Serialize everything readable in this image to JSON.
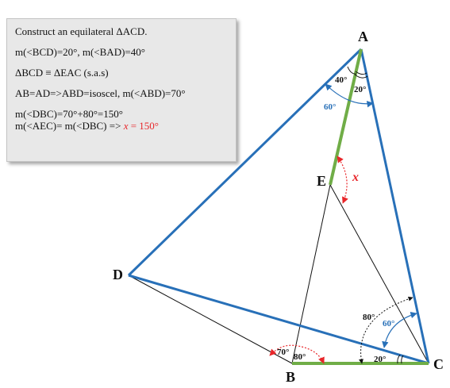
{
  "note": {
    "lines": [
      "Construct an equilateral ΔACD.",
      "m(<BCD)=20°, m(<BAD)=40°",
      "ΔBCD ≡ ΔEAC (s.a.s)",
      "AB=AD=>ABD=isoscel, m(<ABD)=70°",
      "m(<DBC)=70°+80°=150°",
      "m(<AEC)= m(<DBC) => "
    ],
    "answer_var": "x",
    "answer_rest": " = 150°"
  },
  "points": {
    "A": "A",
    "B": "B",
    "C": "C",
    "D": "D",
    "E": "E"
  },
  "angles": {
    "a40": "40°",
    "a20_top": "20°",
    "a60_top": "60°",
    "ax": "x",
    "a80_c": "80°",
    "a60_c": "60°",
    "a20_c": "20°",
    "a70_b": "70°",
    "a80_b": "80°"
  },
  "colors": {
    "blue": "#2870b8",
    "green": "#70ad47",
    "red": "#e8262a",
    "thin": "#111111"
  }
}
